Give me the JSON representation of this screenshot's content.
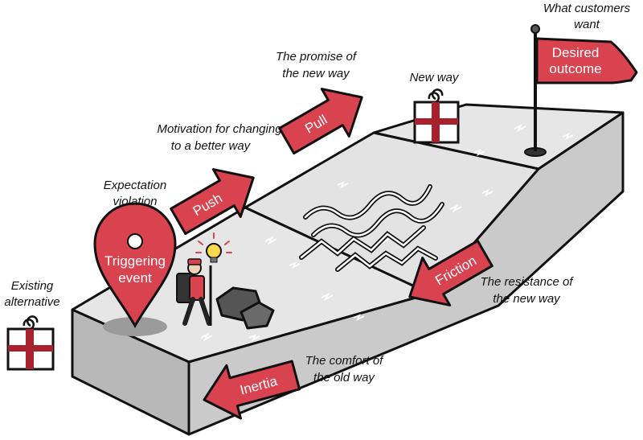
{
  "colors": {
    "accent_red": "#d9424f",
    "accent_dark_red": "#a8222e",
    "surface_light": "#e6e6e6",
    "surface_mid": "#cfcfcf",
    "surface_dark": "#b3b3b3",
    "outline": "#111111"
  },
  "captions": {
    "existing_alternative": [
      "Existing",
      "alternative"
    ],
    "expectation_violation": [
      "Expectation",
      "violation"
    ],
    "motivation": [
      "Motivation for changing",
      "to a better way"
    ],
    "promise": [
      "The promise of",
      "the new way"
    ],
    "new_way": "New way",
    "customers_want": [
      "What customers",
      "want"
    ],
    "resistance": [
      "The resistance of",
      "the new way"
    ],
    "comfort": [
      "The comfort of",
      "the old way"
    ]
  },
  "arrows": {
    "push": "Push",
    "pull": "Pull",
    "friction": "Friction",
    "inertia": "Inertia"
  },
  "pin": [
    "Triggering",
    "event"
  ],
  "flag": [
    "Desired",
    "outcome"
  ],
  "icons": [
    "gift-box-icon",
    "location-pin-icon",
    "flag-icon",
    "hiker-icon",
    "lightbulb-icon",
    "rock-icon",
    "maze-path-icon"
  ]
}
